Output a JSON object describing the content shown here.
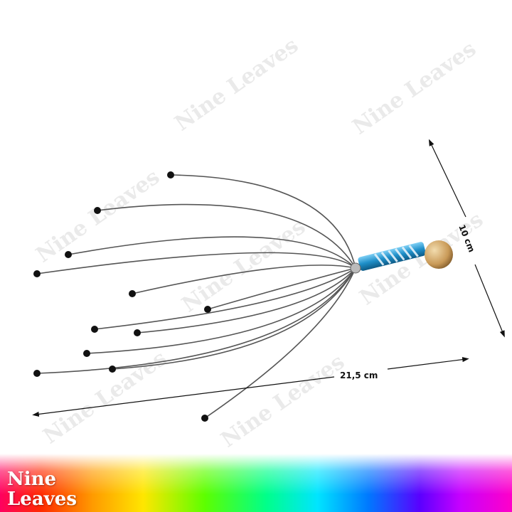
{
  "watermark": {
    "text": "Nine Leaves",
    "color": "#d9d9d9"
  },
  "dimensions": {
    "length_label": "21,5 cm",
    "width_label": "10 cm"
  },
  "brand": {
    "line1": "Nine",
    "line2": "Leaves"
  },
  "colors": {
    "handle_blue": "#1f8fc9",
    "wire": "#555555",
    "ball": "#d9b47a"
  }
}
